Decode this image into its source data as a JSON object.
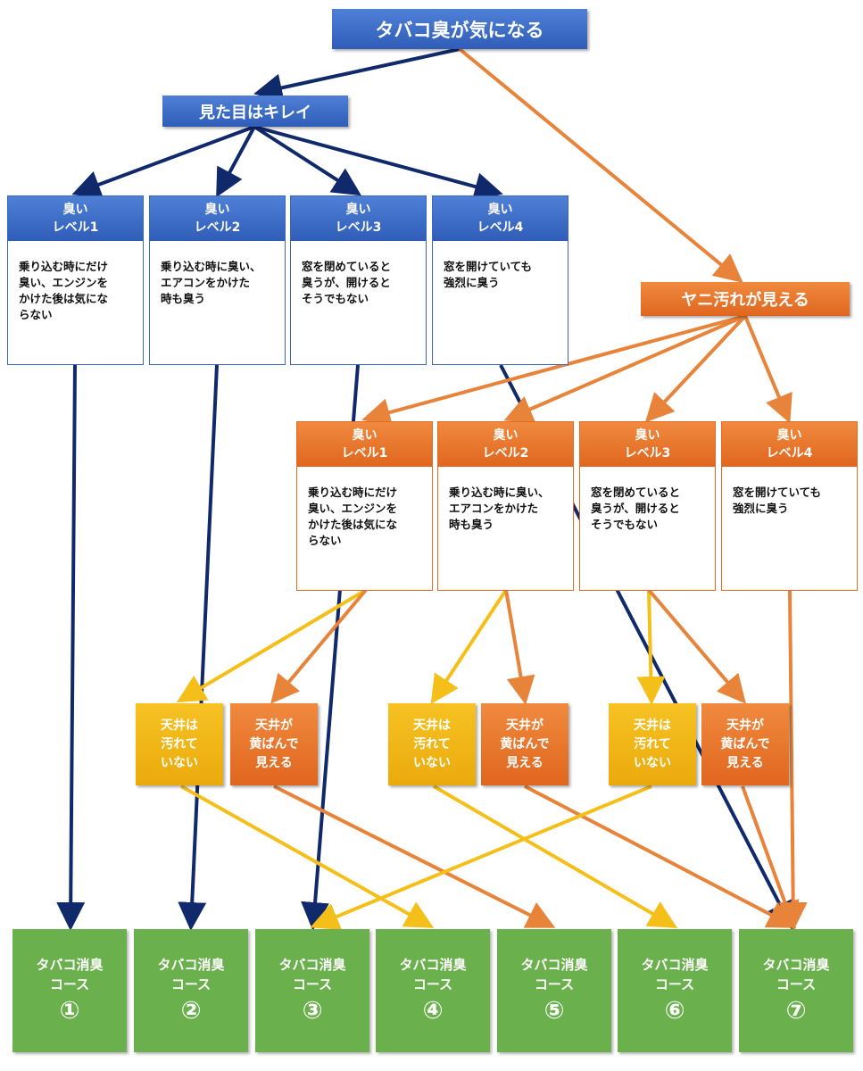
{
  "root": {
    "label": "タバコ臭が気になる"
  },
  "branch_clean": {
    "label": "見た目はキレイ"
  },
  "branch_stain": {
    "label": "ヤニ汚れが見える"
  },
  "blue_levels": [
    {
      "title": "臭い\nレベル1",
      "desc": "乗り込む時にだけ\n臭い、エンジンを\nかけた後は気にな\nらない"
    },
    {
      "title": "臭い\nレベル2",
      "desc": "乗り込む時に臭い、\nエアコンをかけた\n時も臭う"
    },
    {
      "title": "臭い\nレベル3",
      "desc": "窓を閉めていると\n臭うが、開けると\nそうでもない"
    },
    {
      "title": "臭い\nレベル4",
      "desc": "窓を開けていても\n強烈に臭う"
    }
  ],
  "orange_levels": [
    {
      "title": "臭い\nレベル1",
      "desc": "乗り込む時にだけ\n臭い、エンジンを\nかけた後は気にな\nらない"
    },
    {
      "title": "臭い\nレベル2",
      "desc": "乗り込む時に臭い、\nエアコンをかけた\n時も臭う"
    },
    {
      "title": "臭い\nレベル3",
      "desc": "窓を閉めていると\n臭うが、開けると\nそうでもない"
    },
    {
      "title": "臭い\nレベル4",
      "desc": "窓を開けていても\n強烈に臭う"
    }
  ],
  "ceiling_leaves": [
    {
      "label": "天井は\n汚れて\nいない",
      "kind": "clean"
    },
    {
      "label": "天井が\n黄ばんで\n見える",
      "kind": "yellowed"
    },
    {
      "label": "天井は\n汚れて\nいない",
      "kind": "clean"
    },
    {
      "label": "天井が\n黄ばんで\n見える",
      "kind": "yellowed"
    },
    {
      "label": "天井は\n汚れて\nいない",
      "kind": "clean"
    },
    {
      "label": "天井が\n黄ばんで\n見える",
      "kind": "yellowed"
    }
  ],
  "courses": [
    {
      "label": "タバコ消臭\nコース",
      "number": "①"
    },
    {
      "label": "タバコ消臭\nコース",
      "number": "②"
    },
    {
      "label": "タバコ消臭\nコース",
      "number": "③"
    },
    {
      "label": "タバコ消臭\nコース",
      "number": "④"
    },
    {
      "label": "タバコ消臭\nコース",
      "number": "⑤"
    },
    {
      "label": "タバコ消臭\nコース",
      "number": "⑥"
    },
    {
      "label": "タバコ消臭\nコース",
      "number": "⑦"
    }
  ],
  "colors": {
    "navy_arrow": "#10296b",
    "orange_arrow": "#e8833a",
    "yellow_arrow": "#f5bf1a",
    "blue": "#3a66bf",
    "orange": "#e26a24",
    "green": "#6ab04c"
  }
}
